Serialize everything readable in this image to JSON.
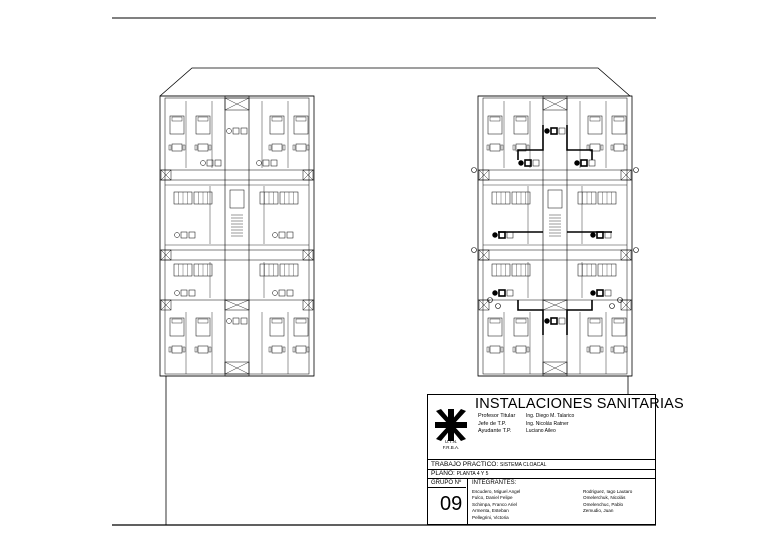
{
  "title_block": {
    "title": "INSTALACIONES SANITARIAS",
    "staff": [
      {
        "role": "Profesor Titular",
        "name": "Ing. Diego M. Talarico"
      },
      {
        "role": "Jefe de T.P.",
        "name": "Ing. Nicolás Ratner"
      },
      {
        "role": "Ayudante T.P.",
        "name": "Luciano Aileo"
      }
    ],
    "institution": "U.T.N.",
    "faculty": "F.R.B.A.",
    "tp_label": "TRABAJO PRACTICO:",
    "tp_value": "SISTEMA CLOACAL",
    "plano_label": "PLANO:",
    "plano_value": "PLANTA 4 Y 5",
    "grupo_label": "GRUPO Nº",
    "grupo_value": "09",
    "integrantes_label": "INTEGRANTES:",
    "members_left": [
      "Escudero, Miguel Angel",
      "Fulco, Daniel Felipe",
      "Schimpa, Franco Ariel",
      "Armenta, Esteban",
      "Pellegrini, Victoria"
    ],
    "members_right": [
      "Rodriguez, Iago Lautaro",
      "Omelerchuk, Nicolás",
      "Omelenchuc, Pablo",
      "Zemudio, Juan"
    ]
  },
  "drawing": {
    "plans": [
      "planta-izquierda",
      "planta-derecha"
    ]
  }
}
